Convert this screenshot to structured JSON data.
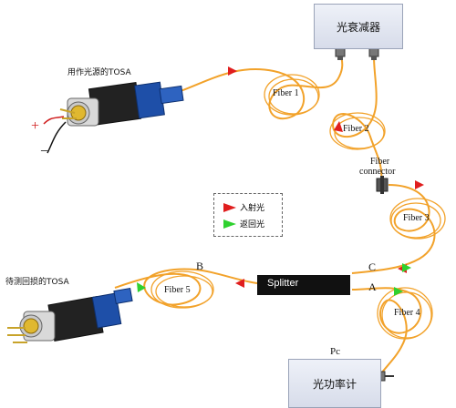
{
  "labels": {
    "attenuator": "光衰减器",
    "source_tosa": "用作光源的TOSA",
    "test_tosa": "待测回损的TOSA",
    "splitter": "Splitter",
    "power_meter": "光功率计",
    "pc": "Pc",
    "fiber1": "Fiber 1",
    "fiber2": "Fiber 2",
    "fiber3": "Fiber 3",
    "fiber4": "Fiber 4",
    "fiber5": "Fiber 5",
    "fiber_connector_line1": "Fiber",
    "fiber_connector_line2": "connector",
    "port_a": "A",
    "port_b": "B",
    "port_c": "C",
    "plus": "+",
    "minus": "−"
  },
  "legend": {
    "incident": "入射光",
    "return": "返回光"
  },
  "colors": {
    "fiber": "#f2a22a",
    "incident_arrow": "#e01e1e",
    "return_arrow": "#2fd12f",
    "box_border": "#9aa3b8",
    "splitter_body": "#111111"
  }
}
